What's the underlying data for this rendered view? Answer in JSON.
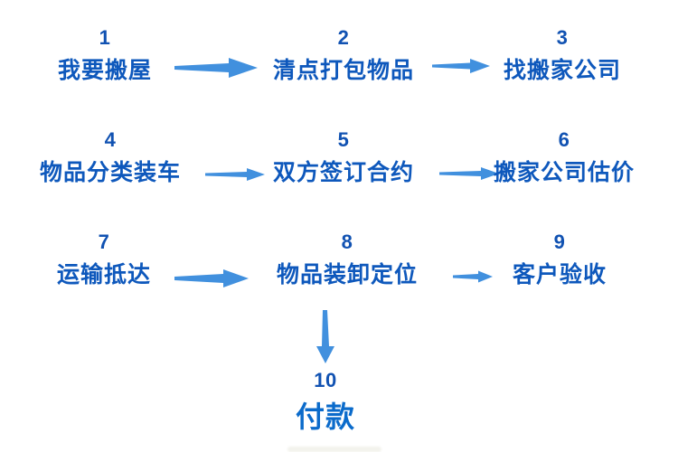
{
  "colors": {
    "number": "#1152B2",
    "label": "#0E58BC",
    "arrow": "#4190DE",
    "payment": "#0B6BCB"
  },
  "steps": [
    {
      "number": "1",
      "label": "我要搬屋"
    },
    {
      "number": "2",
      "label": "清点打包物品"
    },
    {
      "number": "3",
      "label": "找搬家公司"
    },
    {
      "number": "4",
      "label": "物品分类装车"
    },
    {
      "number": "5",
      "label": "双方签订合约"
    },
    {
      "number": "6",
      "label": "搬家公司估价"
    },
    {
      "number": "7",
      "label": "运输抵达"
    },
    {
      "number": "8",
      "label": "物品装卸定位"
    },
    {
      "number": "9",
      "label": "客户验收"
    },
    {
      "number": "10",
      "label": "付款"
    }
  ],
  "flow_connections": [
    {
      "from": "1",
      "to": "2",
      "direction": "right"
    },
    {
      "from": "2",
      "to": "3",
      "direction": "right"
    },
    {
      "from": "4",
      "to": "5",
      "direction": "right"
    },
    {
      "from": "5",
      "to": "6",
      "direction": "right"
    },
    {
      "from": "7",
      "to": "8",
      "direction": "right"
    },
    {
      "from": "8",
      "to": "9",
      "direction": "right"
    },
    {
      "from": "8",
      "to": "10",
      "direction": "down"
    }
  ]
}
